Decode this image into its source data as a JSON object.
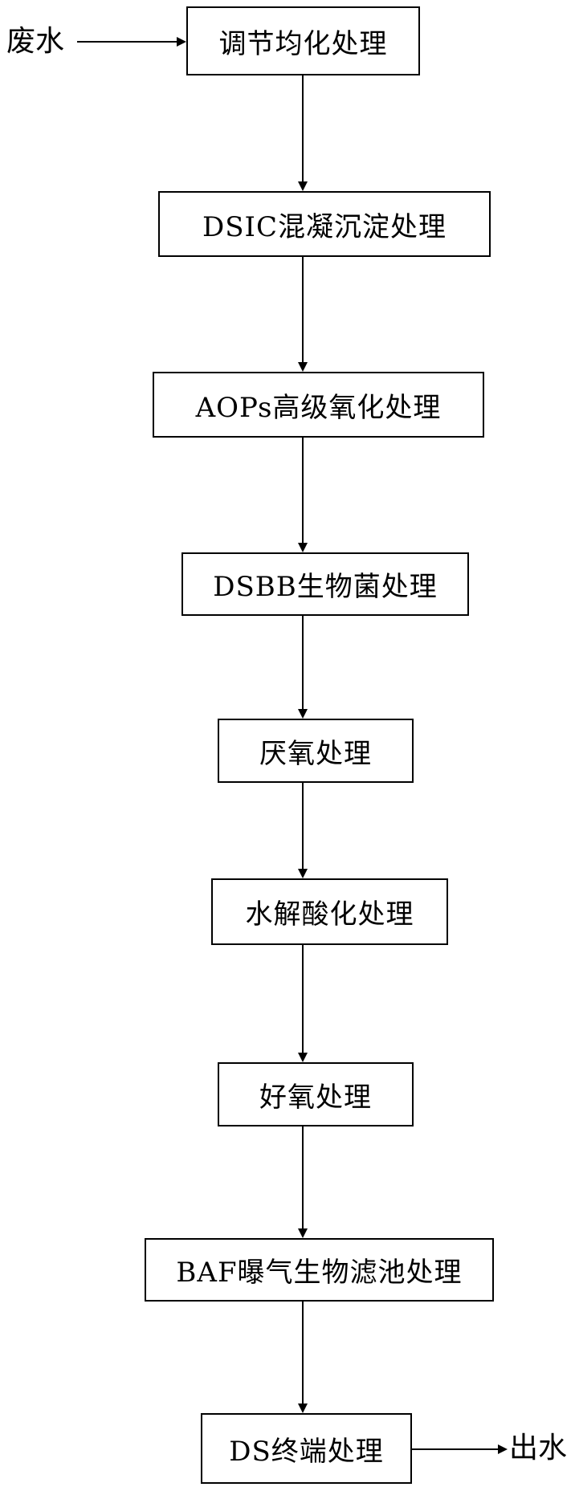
{
  "input_label": "废水",
  "output_label": "出水",
  "steps": [
    {
      "label": "调节均化处理"
    },
    {
      "label": "DSIC混凝沉淀处理"
    },
    {
      "label": "AOPs高级氧化处理"
    },
    {
      "label": "DSBB生物菌处理"
    },
    {
      "label": "厌氧处理"
    },
    {
      "label": "水解酸化处理"
    },
    {
      "label": "好氧处理"
    },
    {
      "label": "BAF曝气生物滤池处理"
    },
    {
      "label": "DS终端处理"
    }
  ],
  "colors": {
    "line": "#000000",
    "box_border": "#000000",
    "text": "#000000",
    "background": "#ffffff"
  }
}
